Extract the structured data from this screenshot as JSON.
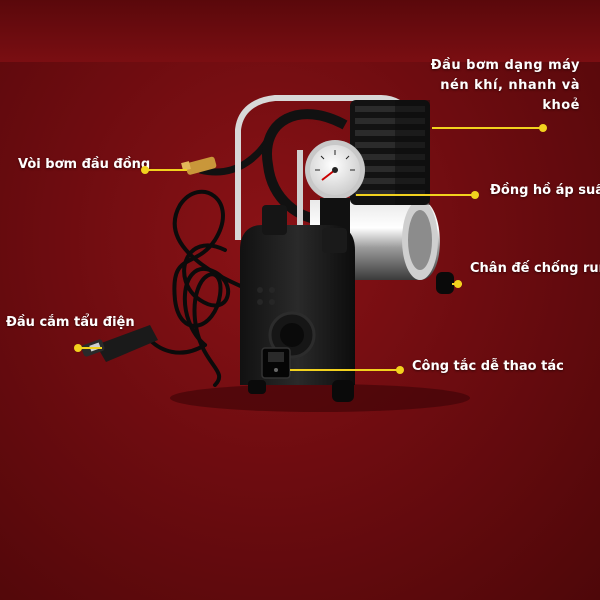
{
  "labels": {
    "head": "Đầu bơm dạng máy nén khí, nhanh và khoẻ",
    "hose": "Vòi bơm đầu đồng",
    "gauge": "Đồng hồ áp suất",
    "feet": "Chân đế chống rung",
    "plug": "Đầu cắm tẩu điện",
    "switch": "Công tắc dễ thao tác"
  },
  "colors": {
    "background": "#6e0c10",
    "callout": "#f2d21e",
    "text": "#ffffff"
  }
}
